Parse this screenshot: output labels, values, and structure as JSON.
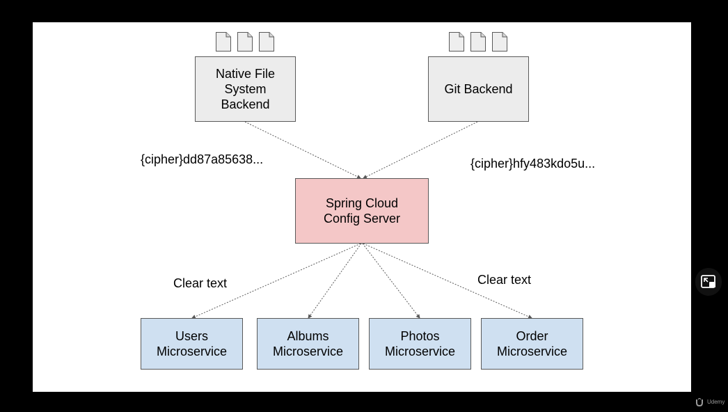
{
  "diagram": {
    "backends": [
      {
        "label": "Native File\nSystem\nBackend"
      },
      {
        "label": "Git Backend"
      }
    ],
    "server": {
      "label": "Spring Cloud\nConfig Server"
    },
    "services": [
      {
        "label": "Users\nMicroservice"
      },
      {
        "label": "Albums\nMicroservice"
      },
      {
        "label": "Photos\nMicroservice"
      },
      {
        "label": "Order\nMicroservice"
      }
    ],
    "edge_labels": {
      "cipher_left": "{cipher}dd87a85638...",
      "cipher_right": "{cipher}hfy483kdo5u...",
      "clear_left": "Clear text",
      "clear_right": "Clear text"
    }
  },
  "colors": {
    "backend_fill": "#ececec",
    "server_fill": "#f4c7c7",
    "service_fill": "#cfe0f1",
    "border": "#595959"
  },
  "icons": {
    "document": "document-icon",
    "pip": "picture-in-picture-icon",
    "logo": "udemy-logo"
  },
  "watermark": {
    "text": "Udemy"
  }
}
